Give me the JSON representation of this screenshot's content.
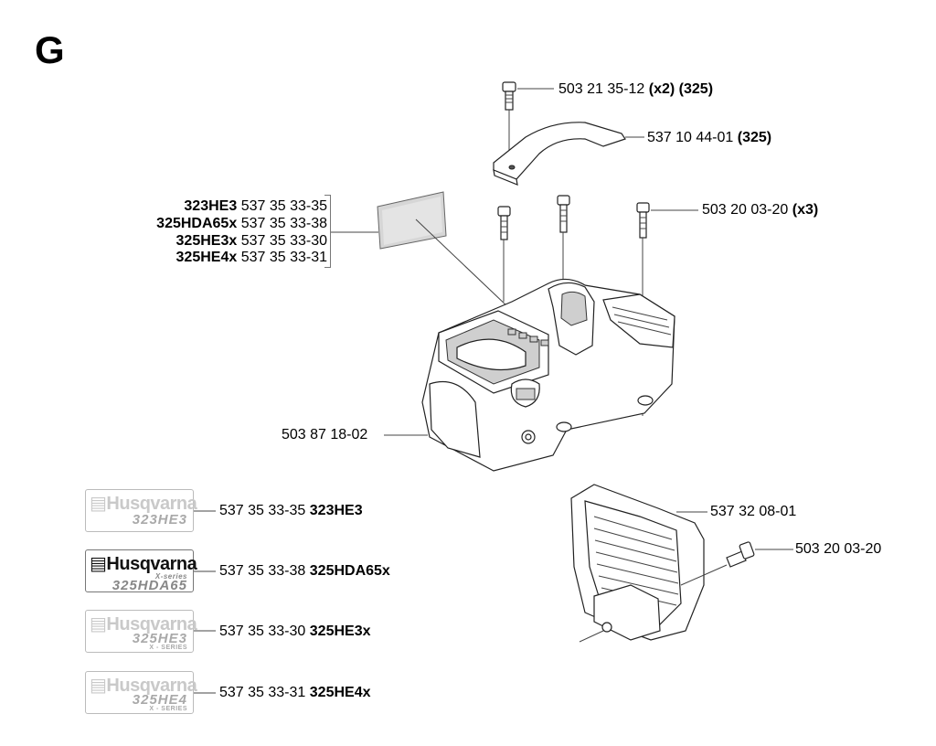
{
  "section": {
    "letter": "G"
  },
  "callouts": {
    "screw_top": {
      "part": "503 21 35-12",
      "qty": "(x2)",
      "model": "(325)"
    },
    "handle_cover": {
      "part": "537 10 44-01",
      "model": "(325)"
    },
    "screws_x3": {
      "part": "503 20 03-20",
      "qty": "(x3)"
    },
    "cover": {
      "part": "503 87 18-02"
    },
    "air_cover": {
      "part": "537 32 08-01"
    },
    "side_screw": {
      "part": "503 20 03-20"
    }
  },
  "decal_table": [
    {
      "model": "323HE3",
      "part": "537 35 33-35"
    },
    {
      "model": "325HDA65x",
      "part": "537 35 33-38"
    },
    {
      "model": "325HE3x",
      "part": "537 35 33-30"
    },
    {
      "model": "325HE4x",
      "part": "537 35 33-31"
    }
  ],
  "decals": [
    {
      "brand": "Husqvarna",
      "model_text": "323HE3",
      "series": "",
      "part": "537 35 33-35",
      "model": "323HE3"
    },
    {
      "brand": "Husqvarna",
      "model_text": "325HDA65",
      "series": "X-series",
      "part": "537 35 33-38",
      "model": "325HDA65x"
    },
    {
      "brand": "Husqvarna",
      "model_text": "325HE3",
      "series": "X - SERIES",
      "part": "537 35 33-30",
      "model": "325HE3x"
    },
    {
      "brand": "Husqvarna",
      "model_text": "325HE4",
      "series": "X - SERIES",
      "part": "537 35 33-31",
      "model": "325HE4x"
    }
  ]
}
